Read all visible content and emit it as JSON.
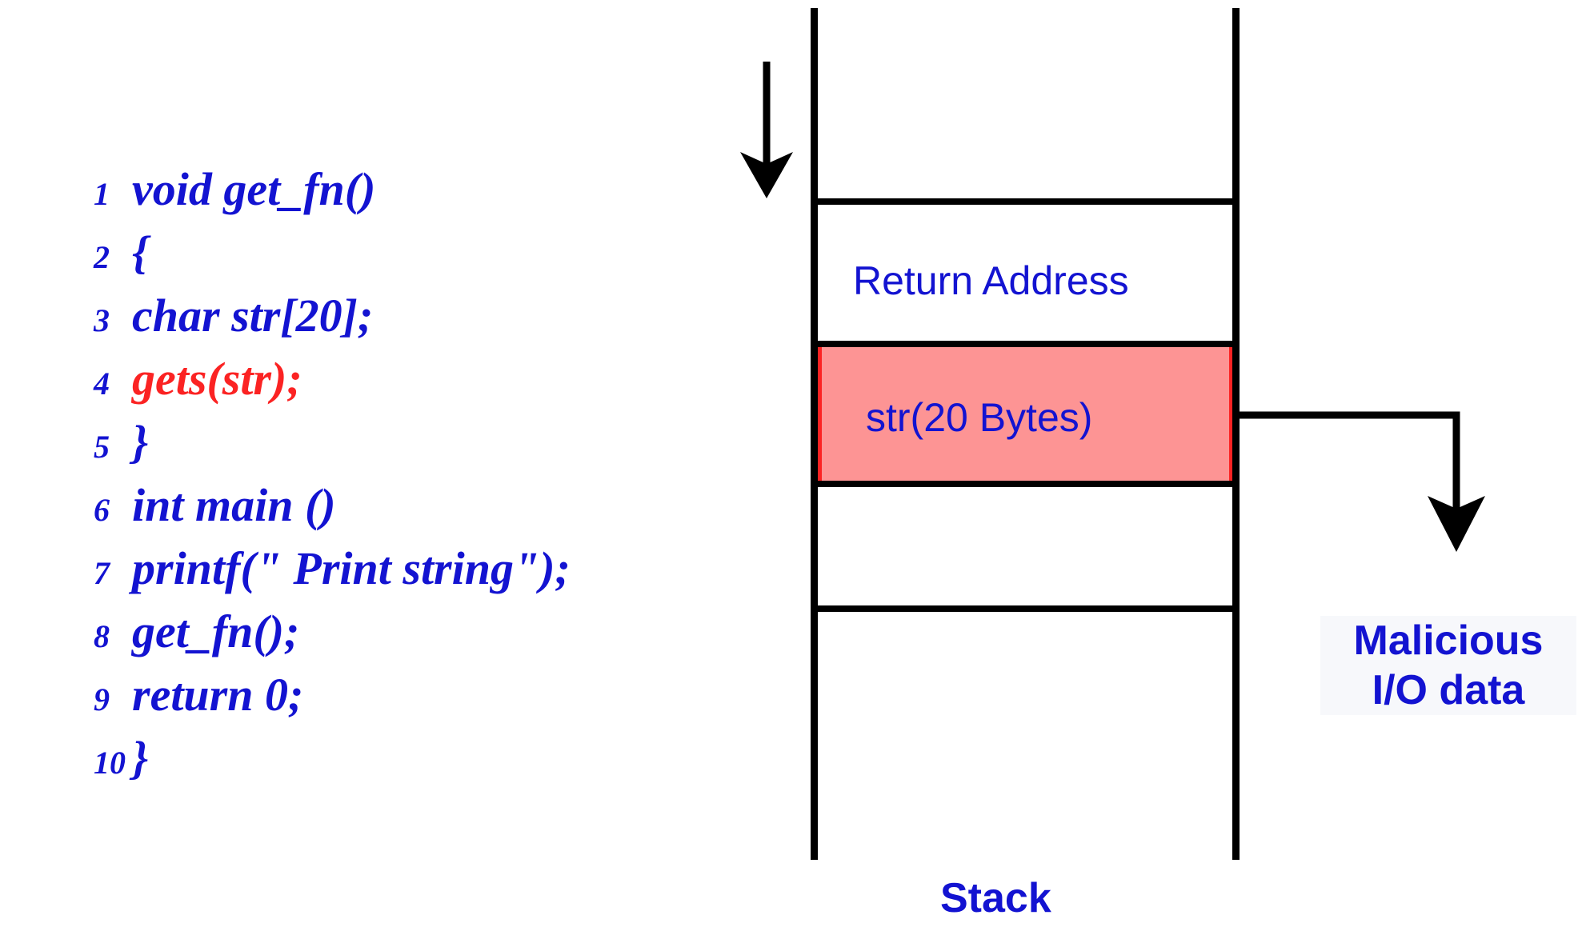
{
  "colors": {
    "code_blue": "#1313d1",
    "code_red": "#fb2323",
    "buffer_fill": "#fd9494",
    "buffer_border": "#fb2323",
    "line_black": "#000000",
    "label_blue": "#1313d1"
  },
  "code": {
    "lines": [
      {
        "number": "1",
        "text": "void get_fn()",
        "highlight": false
      },
      {
        "number": "2",
        "text": "{",
        "highlight": false
      },
      {
        "number": "3",
        "text": "char str[20];",
        "highlight": false
      },
      {
        "number": "4",
        "text": "gets(str);",
        "highlight": true
      },
      {
        "number": "5",
        "text": "}",
        "highlight": false
      },
      {
        "number": "6",
        "text": "int main ()",
        "highlight": false
      },
      {
        "number": "7",
        "text": "printf(\" Print string\");",
        "highlight": false
      },
      {
        "number": "8",
        "text": "get_fn();",
        "highlight": false
      },
      {
        "number": "9",
        "text": "return 0;",
        "highlight": false
      },
      {
        "number": "10",
        "text": "}",
        "highlight": false
      }
    ]
  },
  "stack": {
    "caption": "Stack",
    "cells": [
      {
        "id": "empty-top",
        "label": ""
      },
      {
        "id": "return-address",
        "label": "Return Address"
      },
      {
        "id": "str-buffer",
        "label": "str(20 Bytes)"
      },
      {
        "id": "empty-mid",
        "label": ""
      },
      {
        "id": "empty-bottom",
        "label": ""
      }
    ]
  },
  "annotations": {
    "malicious_line1": "Malicious",
    "malicious_line2": "I/O data",
    "growth_arrow": "stack-growth-arrow",
    "overflow_arrow": "overflow-arrow"
  }
}
